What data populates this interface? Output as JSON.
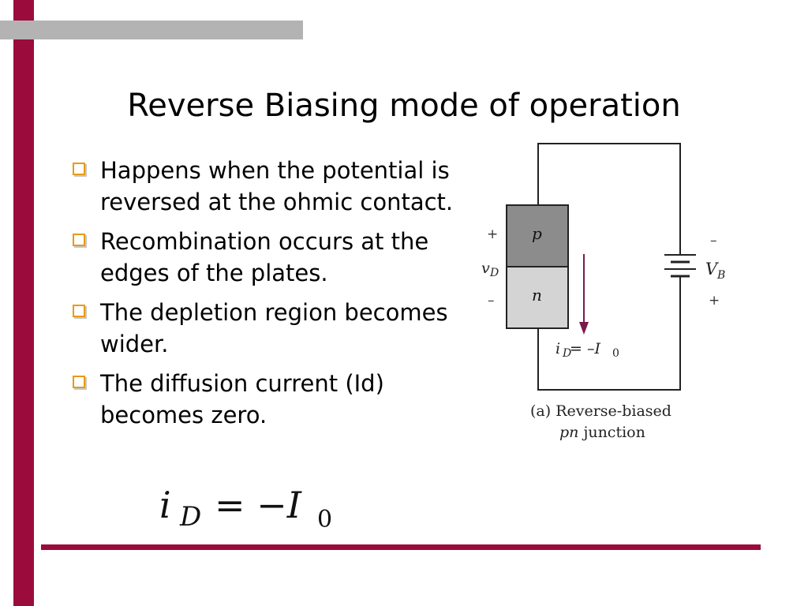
{
  "slide": {
    "title": "Reverse Biasing mode of operation",
    "bullets": [
      "Happens when the potential is reversed at the ohmic contact.",
      "Recombination occurs at the edges of the plates.",
      "The depletion region becomes wider.",
      "The diffusion current (Id) becomes zero."
    ]
  },
  "formula": {
    "base": "i",
    "sub": "D",
    "eq": "= −I",
    "sub2": "0"
  },
  "figure": {
    "p_label": "p",
    "n_label": "n",
    "plus_left": "+",
    "minus_left": "–",
    "vd_label": "v",
    "vd_sub": "D",
    "vb_minus": "–",
    "vb_label": "V",
    "vb_sub": "B",
    "vb_plus": "+",
    "current_label": "i",
    "current_sub": "D",
    "current_eq": " = –I",
    "current_sub2": "0",
    "caption_line1": "(a) Reverse-biased",
    "caption_line2_italic": "pn",
    "caption_line2_rest": " junction"
  },
  "colors": {
    "accent_bar": "#9b0b3b",
    "top_bar": "#b3b3b3",
    "bullet_box": "#e89b12",
    "p_region": "#8c8c8c",
    "n_region": "#d4d4d4",
    "current_arrow": "#7a1a4a"
  }
}
